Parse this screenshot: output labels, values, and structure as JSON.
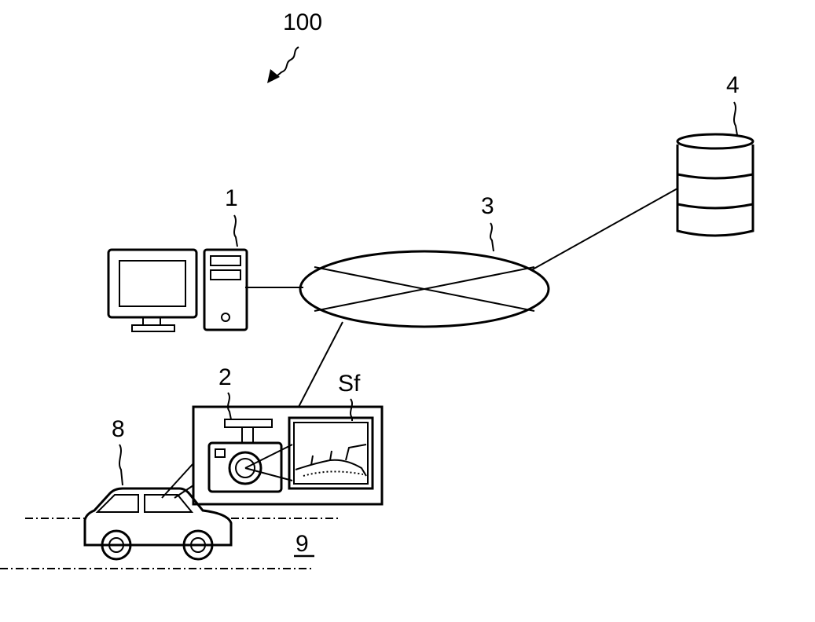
{
  "labels": {
    "system": "100",
    "computer": "1",
    "camera": "2",
    "network": "3",
    "database": "4",
    "vehicle": "8",
    "road": "9",
    "frame": "Sf"
  }
}
